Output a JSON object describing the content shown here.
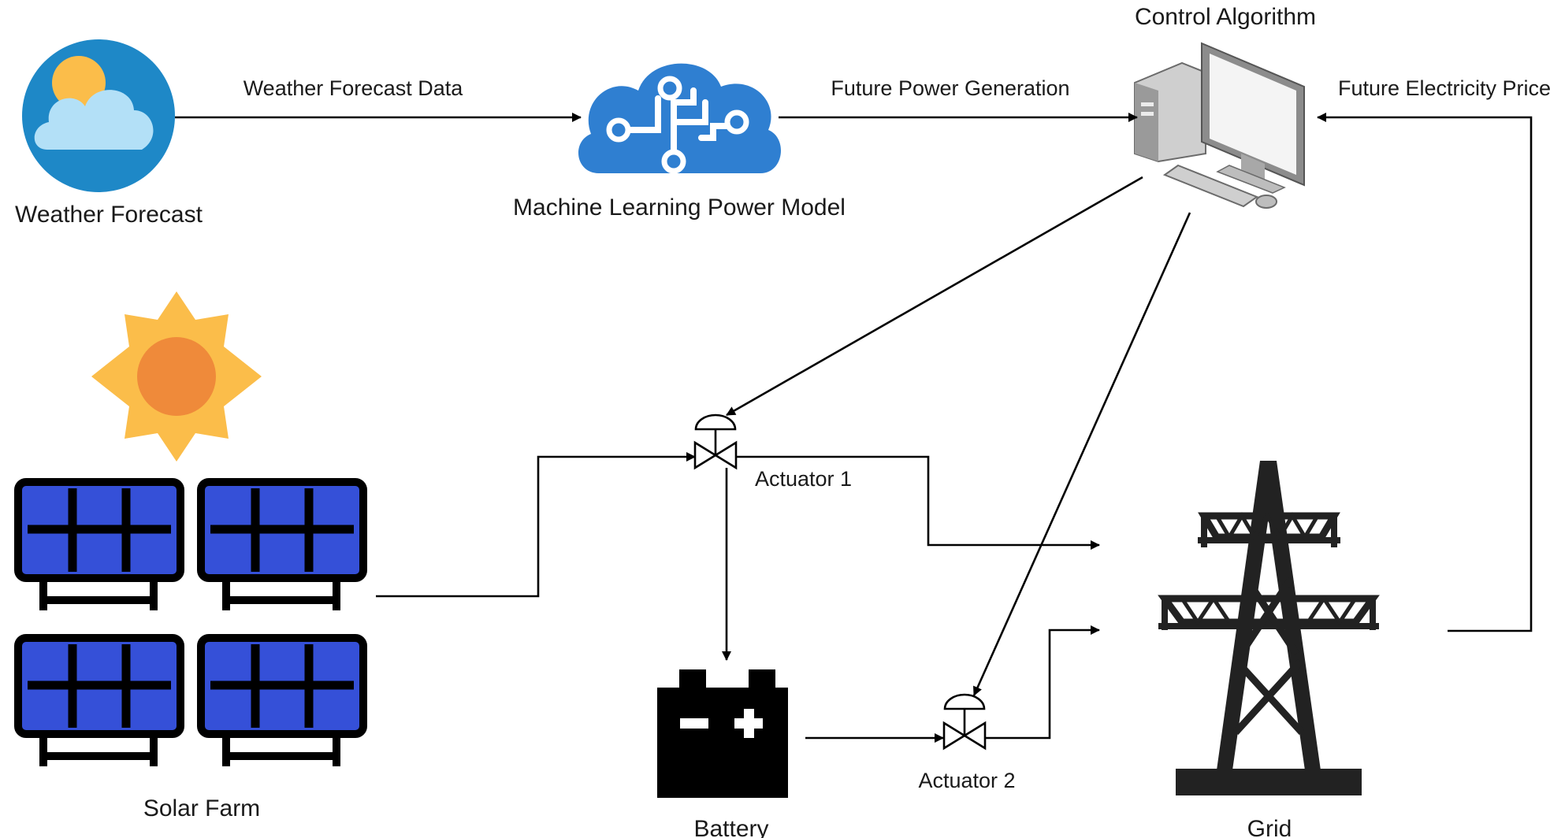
{
  "nodes": {
    "weather_forecast": "Weather Forecast",
    "ml_model": "Machine Learning Power Model",
    "control_algorithm": "Control Algorithm",
    "solar_farm": "Solar Farm",
    "actuator_1": "Actuator 1",
    "actuator_2": "Actuator 2",
    "battery": "Battery",
    "grid": "Grid"
  },
  "edges": {
    "weather_to_ml": "Weather Forecast Data",
    "ml_to_control": "Future Power Generation",
    "grid_to_control": "Future Electricity Price"
  },
  "colors": {
    "weather_circle": "#1e88c7",
    "cloud": "#b3e0f7",
    "ml_cloud": "#2f7fd1",
    "sun_petals": "#fbbd4a",
    "sun_core": "#ef8a3a",
    "panel_blue": "#3550d8",
    "monitor_gray": "#9a9a9a"
  }
}
